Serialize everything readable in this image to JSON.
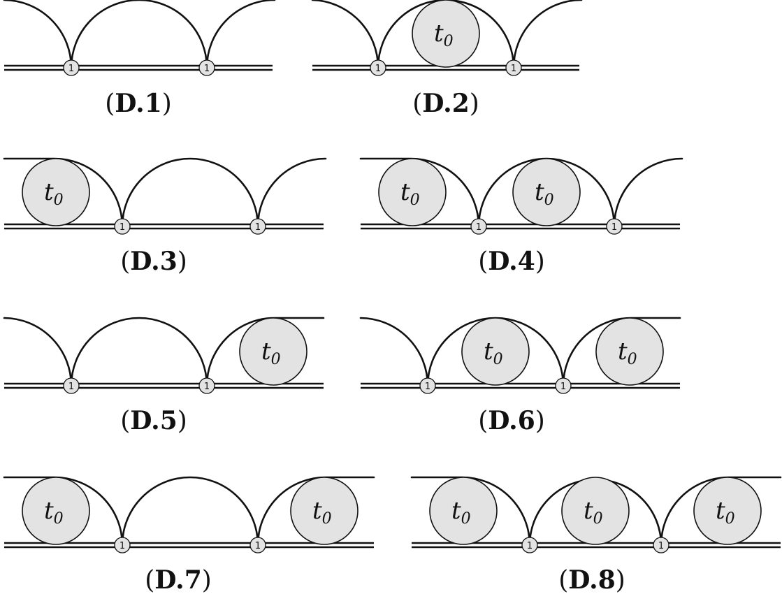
{
  "vertex_label": "1",
  "blob_label": {
    "main": "t",
    "sub": "0"
  },
  "diagrams": [
    {
      "id": "D.1",
      "caption": {
        "open": "(",
        "bold": "D.1",
        "close": ")"
      },
      "blobs": []
    },
    {
      "id": "D.2",
      "caption": {
        "open": "(",
        "bold": "D.2",
        "close": ")"
      },
      "blobs": [
        "middle"
      ]
    },
    {
      "id": "D.3",
      "caption": {
        "open": "(",
        "bold": "D.3",
        "close": ")"
      },
      "blobs": [
        "left"
      ]
    },
    {
      "id": "D.4",
      "caption": {
        "open": "(",
        "bold": "D.4",
        "close": ")"
      },
      "blobs": [
        "left",
        "middle"
      ]
    },
    {
      "id": "D.5",
      "caption": {
        "open": "(",
        "bold": "D.5",
        "close": ")"
      },
      "blobs": [
        "right"
      ]
    },
    {
      "id": "D.6",
      "caption": {
        "open": "(",
        "bold": "D.6",
        "close": ")"
      },
      "blobs": [
        "middle",
        "right"
      ]
    },
    {
      "id": "D.7",
      "caption": {
        "open": "(",
        "bold": "D.7",
        "close": ")"
      },
      "blobs": [
        "left",
        "right"
      ]
    },
    {
      "id": "D.8",
      "caption": {
        "open": "(",
        "bold": "D.8",
        "close": ")"
      },
      "blobs": [
        "left",
        "middle",
        "right"
      ]
    }
  ],
  "colors": {
    "stroke": "#111111",
    "fill": "#e3e3e3",
    "background": "#ffffff"
  }
}
